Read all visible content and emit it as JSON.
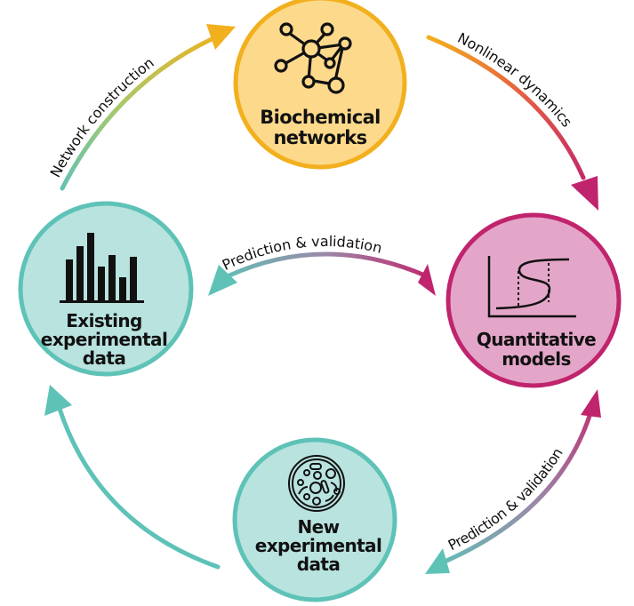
{
  "colors": {
    "yellow_fill": "#fdd98c",
    "yellow_stroke": "#f2b01e",
    "teal_fill": "#b8e3df",
    "teal_stroke": "#5ec2b7",
    "pink_fill": "#e3a6c9",
    "pink_stroke": "#c0246c",
    "orange": "#ef8a2a"
  },
  "nodes": {
    "biochemical": {
      "line1": "Biochemical",
      "line2": "networks",
      "icon": "network-graph-icon"
    },
    "existing": {
      "line1": "Existing",
      "line2": "experimental",
      "line3": "data",
      "icon": "bar-chart-icon"
    },
    "quantitative": {
      "line1": "Quantitative",
      "line2": "models",
      "icon": "bistability-curve-icon"
    },
    "new_data": {
      "line1": "New",
      "line2": "experimental",
      "line3": "data",
      "icon": "petri-dish-icon"
    }
  },
  "arrows": {
    "network_construction": "Network construction",
    "nonlinear_dynamics": "Nonlinear dynamics",
    "prediction_validation_middle": "Prediction & validation",
    "prediction_validation_lower": "Prediction & validation"
  }
}
